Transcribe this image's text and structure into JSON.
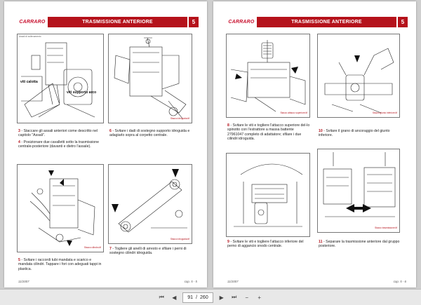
{
  "header": {
    "logo_text": "CARRARO",
    "section_title": "TRASMISSIONE ANTERIORE",
    "section_number": "5"
  },
  "left_page": {
    "fig1": {
      "corner_note": "Assali di sollevamento",
      "label_viti_calotta": "viti calotta",
      "label_viti_supporto": "viti supporto arco"
    },
    "cap1_num": "3",
    "cap1_text": "- Staccare gli assali anteriori come descritto nel capitolo \"Assali\".",
    "cap2_num": "4",
    "cap2_text": "- Posizionare due cavalletti sotto la trasmissione centrale-posteriore (davanti e dietro l'assale).",
    "cap3_num": "6",
    "cap3_text": "- Svitare i dadi di sostegno supporto idroguida e adagiarlo sopra al corpetto centrale.",
    "cap4_num": "5",
    "cap4_text": "- Svitare i raccordi tubi mandata e scarico e mandata cilindri. Tappare i fori con adeguati tappi in plastica.",
    "cap5_num": "7",
    "cap5_text": "- Togliere gli anelli di arresto e sfilare i perni di sostegno cilindri idroguida.",
    "fig_ref_a": "Stacco idroguida.tif",
    "fig_ref_b": "Stacco cilindro.tif",
    "footer_date": "11/2007",
    "footer_page": "cap. 5 - 5"
  },
  "right_page": {
    "cap1_num": "8",
    "cap1_text": "- Svitare le viti e togliere l'attacco superiore del-lo spinotto con l'estrattore a massa battente 27961047 completo di adattatore; sfilare i due cilindri idroguida.",
    "cap2_num": "10",
    "cap2_text": "- Svitare il grano di ancoraggio del giunto inferiore.",
    "cap3_num": "9",
    "cap3_text": "- Svitare le viti e togliere l'attacco inferiore del perno di aggancio snodo centrale.",
    "cap4_num": "11",
    "cap4_text": "- Separare la trasmissione anteriore dal gruppo posteriore.",
    "fig_ref_a": "Stacco attacco superiore.tif",
    "fig_ref_b": "Stacco giunto inferiore.tif",
    "fig_ref_c": "Stacco trasmissione.tif",
    "footer_date": "11/2007",
    "footer_page": "cap. 5 - 6"
  },
  "toolbar": {
    "current_page": "91",
    "separator": "/",
    "total_pages": "260",
    "first_icon": "⏮",
    "prev_icon": "◀",
    "next_icon": "▶",
    "last_icon": "⏭",
    "zoom_out_icon": "−",
    "zoom_in_icon": "+"
  }
}
